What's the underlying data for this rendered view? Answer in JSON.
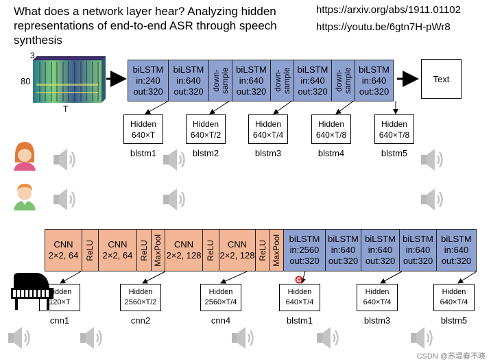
{
  "title": "What does a network layer hear? Analyzing hidden representations of end-to-end ASR through speech synthesis",
  "links": [
    "https://arxiv.org/abs/1911.01102",
    "https://youtu.be/6gtn7H-pWr8"
  ],
  "spectrogram": {
    "dim_top": "3",
    "dim_left": "80",
    "dim_bottom": "T"
  },
  "output_box": "Text",
  "top_layers": [
    {
      "l1": "biLSTM",
      "l2": "in:240",
      "l3": "out:320"
    },
    {
      "l1": "biLSTM",
      "l2": "in:640",
      "l3": "out:320"
    },
    {
      "rot": "down-sample"
    },
    {
      "l1": "biLSTM",
      "l2": "in:640",
      "l3": "out:320"
    },
    {
      "rot": "down-sample"
    },
    {
      "l1": "biLSTM",
      "l2": "in:640",
      "l3": "out:320"
    },
    {
      "rot": "down-sample"
    },
    {
      "l1": "biLSTM",
      "l2": "in:640",
      "l3": "out:320"
    }
  ],
  "top_hidden": [
    {
      "h": "Hidden",
      "d": "640×T",
      "label": "blstm1"
    },
    {
      "h": "Hidden",
      "d": "640×T/2",
      "label": "blstm2"
    },
    {
      "h": "Hidden",
      "d": "640×T/4",
      "label": "blstm3"
    },
    {
      "h": "Hidden",
      "d": "640×T/8",
      "label": "blstm4"
    },
    {
      "h": "Hidden",
      "d": "640×T/8",
      "label": "blstm5"
    }
  ],
  "bottom_layers": [
    {
      "l1": "CNN",
      "l2": "2×2, 64",
      "type": "cnn"
    },
    {
      "rot": "ReLU",
      "type": "cnn"
    },
    {
      "l1": "CNN",
      "l2": "2×2, 64",
      "type": "cnn"
    },
    {
      "rot": "ReLU",
      "type": "cnn"
    },
    {
      "rot": "MaxPool",
      "type": "cnn"
    },
    {
      "l1": "CNN",
      "l2": "2×2, 128",
      "type": "cnn"
    },
    {
      "rot": "ReLU",
      "type": "cnn"
    },
    {
      "l1": "CNN",
      "l2": "2×2, 128",
      "type": "cnn"
    },
    {
      "rot": "ReLU",
      "type": "cnn"
    },
    {
      "rot": "MaxPool",
      "type": "cnn"
    },
    {
      "l1": "biLSTM",
      "l2": "in:2560",
      "l3": "out:320",
      "type": "lstm"
    },
    {
      "l1": "biLSTM",
      "l2": "in:640",
      "l3": "out:320",
      "type": "lstm"
    },
    {
      "l1": "biLSTM",
      "l2": "in:640",
      "l3": "out:320",
      "type": "lstm"
    },
    {
      "l1": "biLSTM",
      "l2": "in:640",
      "l3": "out:320",
      "type": "lstm"
    },
    {
      "l1": "biLSTM",
      "l2": "in:640",
      "l3": "out:320",
      "type": "lstm"
    }
  ],
  "bottom_hidden": [
    {
      "h": "Hidden",
      "d": "120×T",
      "label": "cnn1"
    },
    {
      "h": "Hidden",
      "d": "2560×T/2",
      "label": "cnn2"
    },
    {
      "h": "Hidden",
      "d": "2560×T/4",
      "label": "cnn4"
    },
    {
      "h": "Hidden",
      "d": "640×T/4",
      "label": "blstm1"
    },
    {
      "h": "Hidden",
      "d": "640×T/4",
      "label": "blstm3"
    },
    {
      "h": "Hidden",
      "d": "640×T/4",
      "label": "blstm5"
    }
  ],
  "watermark": "CSDN @苏堤春不晓",
  "colors": {
    "lstm": "#8ea2d2",
    "cnn": "#f3b697"
  }
}
